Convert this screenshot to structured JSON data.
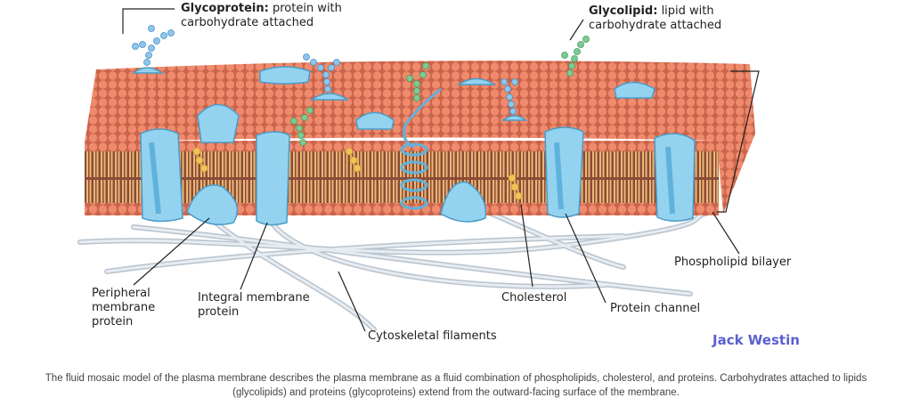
{
  "labels": {
    "glycoprotein_term": "Glycoprotein:",
    "glycoprotein_desc_1": "protein with",
    "glycoprotein_desc_2": "carbohydrate attached",
    "glycolipid_term": "Glycolipid:",
    "glycolipid_desc_1": "lipid with",
    "glycolipid_desc_2": "carbohydrate attached",
    "phospholipid_bilayer": "Phospholipid bilayer",
    "cholesterol": "Cholesterol",
    "protein_channel": "Protein channel",
    "peripheral_1": "Peripheral",
    "peripheral_2": "membrane",
    "peripheral_3": "protein",
    "integral_1": "Integral membrane",
    "integral_2": "protein",
    "cytoskeletal": "Cytoskeletal filaments"
  },
  "brand": "Jack Westin",
  "caption": {
    "line1": "The fluid mosaic model of the plasma membrane describes the plasma membrane as a fluid combination of phospholipids, cholesterol, and proteins. Carbohydrates attached to lipids",
    "line2": "(glycolipids) and proteins (glycoproteins) extend from the outward-facing surface of the membrane."
  },
  "colors": {
    "head": "#f08a6c",
    "tail": "#e8b877",
    "core": "#8c4b36",
    "protein": "#94d3f0",
    "glycoprotein_sugar": "#8cc6ec",
    "glycolipid_sugar": "#7dcb93",
    "cholesterol": "#f2c25a",
    "filament": "#c9d3dc",
    "brand": "#5a5fd0"
  }
}
